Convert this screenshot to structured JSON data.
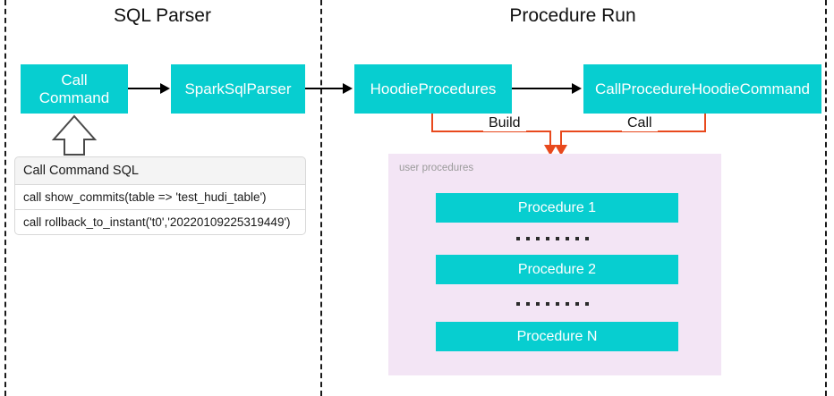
{
  "sections": [
    {
      "title": "SQL Parser"
    },
    {
      "title": "Procedure Run"
    }
  ],
  "flow": {
    "call_command": "Call\nCommand",
    "call_command_line1": "Call",
    "call_command_line2": "Command",
    "spark_sql_parser": "SparkSqlParser",
    "hoodie_procedures": "HoodieProcedures",
    "call_procedure_hoodie_command": "CallProcedureHoodieCommand"
  },
  "edges": {
    "build_label": "Build",
    "call_label": "Call"
  },
  "sql_table": {
    "header": "Call Command SQL",
    "rows": [
      "call show_commits(table => 'test_hudi_table')",
      "call rollback_to_instant('t0','20220109225319449')"
    ]
  },
  "user_procedures": {
    "label": "user procedures",
    "items": [
      "Procedure 1",
      "Procedure 2",
      "Procedure N"
    ],
    "separator_dot_count": 8
  },
  "colors": {
    "box_fill": "#07ced0",
    "box_text": "#ffffff",
    "panel_fill": "#f3e5f5",
    "edge_orange": "#e8491d",
    "divider": "#1a1a1a",
    "label_gray": "#9a9a9a"
  }
}
